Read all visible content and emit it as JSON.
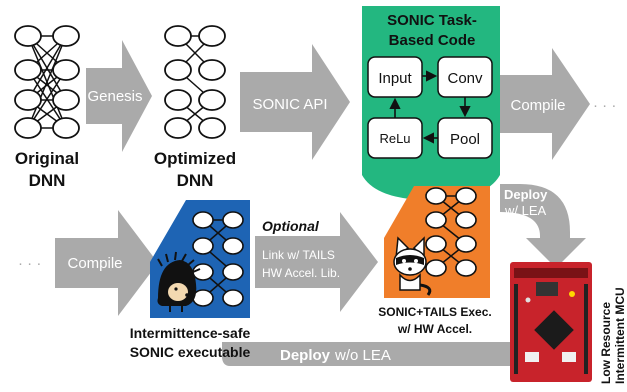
{
  "stages": {
    "original_dnn": {
      "line1": "Original",
      "line2": "DNN"
    },
    "optimized_dnn": {
      "line1": "Optimized",
      "line2": "DNN"
    },
    "sonic_code": {
      "title1": "SONIC Task-",
      "title2": "Based Code"
    },
    "tasks": {
      "input": "Input",
      "conv": "Conv",
      "relu": "ReLu",
      "pool": "Pool"
    },
    "safe_exec": {
      "line1": "Intermittence-safe",
      "line2": "SONIC executable"
    },
    "tails_exec": {
      "line1": "SONIC+TAILS Exec.",
      "line2": "w/ HW Accel."
    },
    "mcu": {
      "line1": "Low Resource",
      "line2": "Intermittent MCU"
    }
  },
  "arrows": {
    "genesis": "Genesis",
    "sonic_api": "SONIC API",
    "compile_top": "Compile",
    "ellipsis": "· · ·",
    "compile_bottom": "Compile",
    "optional": "Optional",
    "link1": "Link w/ TAILS",
    "link2": "HW Accel. Lib.",
    "deploy_lea_1": "Deploy",
    "deploy_lea_2": "w/ LEA",
    "deploy_no_lea_bold": "Deploy",
    "deploy_no_lea_rest": "w/o LEA"
  },
  "colors": {
    "arrow": "#aaaaaa",
    "green": "#23b780",
    "blue": "#1e64b4",
    "orange": "#f07e2a",
    "board": "#c8232b"
  }
}
